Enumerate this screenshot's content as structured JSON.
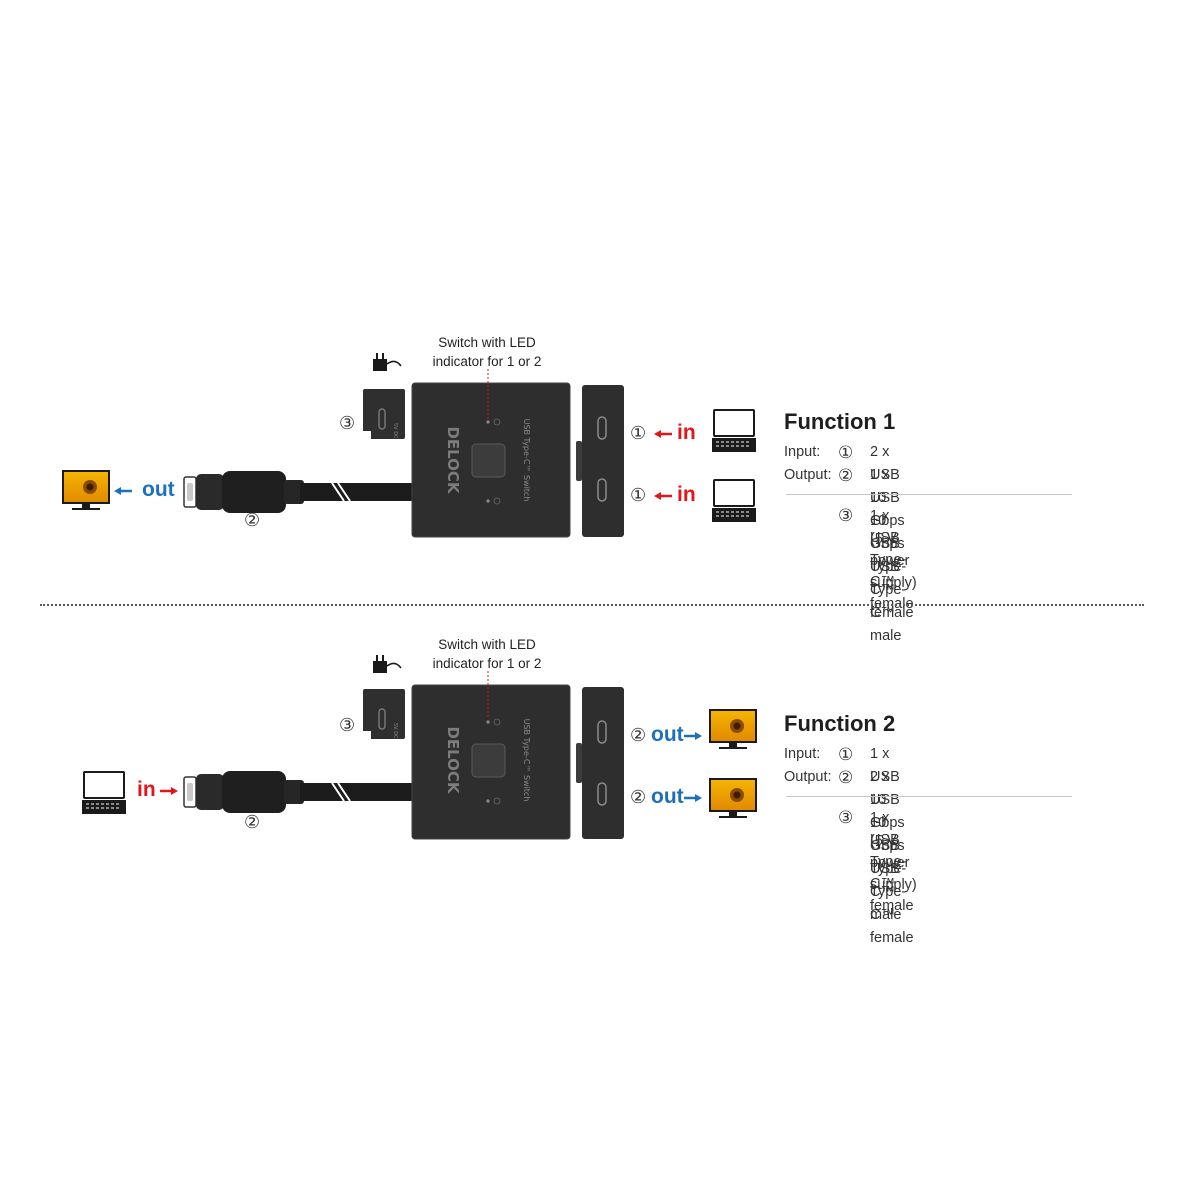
{
  "colors": {
    "in": "#e0161b",
    "out": "#1e6fbd",
    "device": "#2f2f2f"
  },
  "icons": [
    "monitor-icon",
    "laptop-icon",
    "usb-plug-icon",
    "power-adapter-icon",
    "switch-button-icon",
    "led-icon"
  ],
  "device_branding": {
    "logo": "DELOCK",
    "side_text": "USB Type-C™ Switch"
  },
  "function_1": {
    "title": "Function 1",
    "switch_caption_line1": "Switch with LED",
    "switch_caption_line2": "indicator for 1 or 2",
    "left_arrow_label": "out",
    "left_port_number": "②",
    "power_port_number": "③",
    "right_port_1_number": "①",
    "right_port_1_label": "in",
    "right_port_2_number": "①",
    "right_port_2_label": "in",
    "input_key": "Input:",
    "input_num": "①",
    "input_value": "2 x USB 10 Gbps USB Type-C™ female",
    "output_key": "Output:",
    "output_num": "②",
    "output_value": "1 x USB 10 Gbps USB Type-C™ male",
    "supply_num": "③",
    "supply_line1": "1 x USB Type-C™ female",
    "supply_line2": "(5 V power supply)"
  },
  "function_2": {
    "title": "Function 2",
    "switch_caption_line1": "Switch with LED",
    "switch_caption_line2": "indicator for 1 or 2",
    "left_arrow_label": "in",
    "left_port_number": "②",
    "power_port_number": "③",
    "right_port_1_number": "②",
    "right_port_1_label": "out",
    "right_port_2_number": "②",
    "right_port_2_label": "out",
    "input_key": "Input:",
    "input_num": "①",
    "input_value": "1 x USB 10 Gbps USB Type-C™ male",
    "output_key": "Output:",
    "output_num": "②",
    "output_value": "2 x USB 10 Gbps USB Type-C™ female",
    "supply_num": "③",
    "supply_line1": "1 x USB Type-C™ female",
    "supply_line2": "(5 V power supply)"
  }
}
